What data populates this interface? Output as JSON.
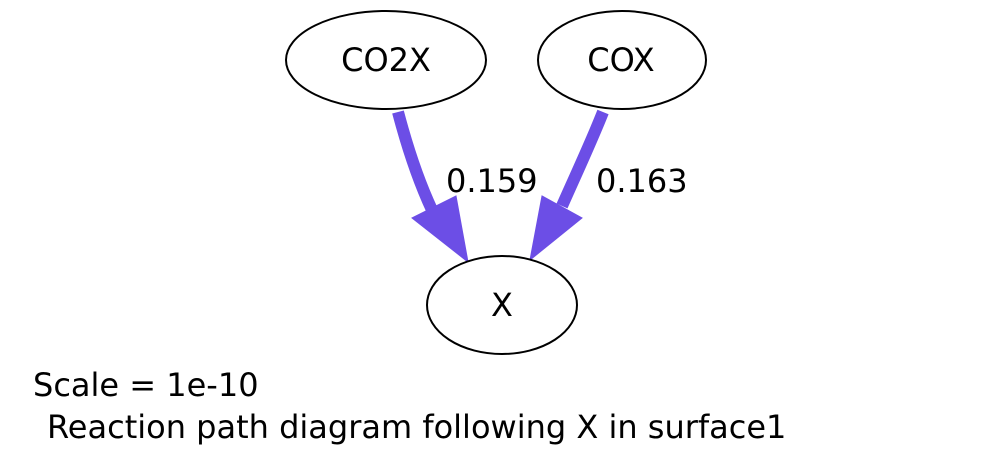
{
  "diagram": {
    "nodes": {
      "co2x": {
        "label": "CO2X"
      },
      "cox": {
        "label": "COX"
      },
      "x": {
        "label": "X"
      }
    },
    "edges": [
      {
        "from": "CO2X",
        "to": "X",
        "label": "0.159",
        "color": "#6c4ee6"
      },
      {
        "from": "COX",
        "to": "X",
        "label": "0.163",
        "color": "#6c4ee6"
      }
    ],
    "caption": {
      "scale": "Scale = 1e-10",
      "title": "Reaction path diagram following X in surface1"
    }
  }
}
